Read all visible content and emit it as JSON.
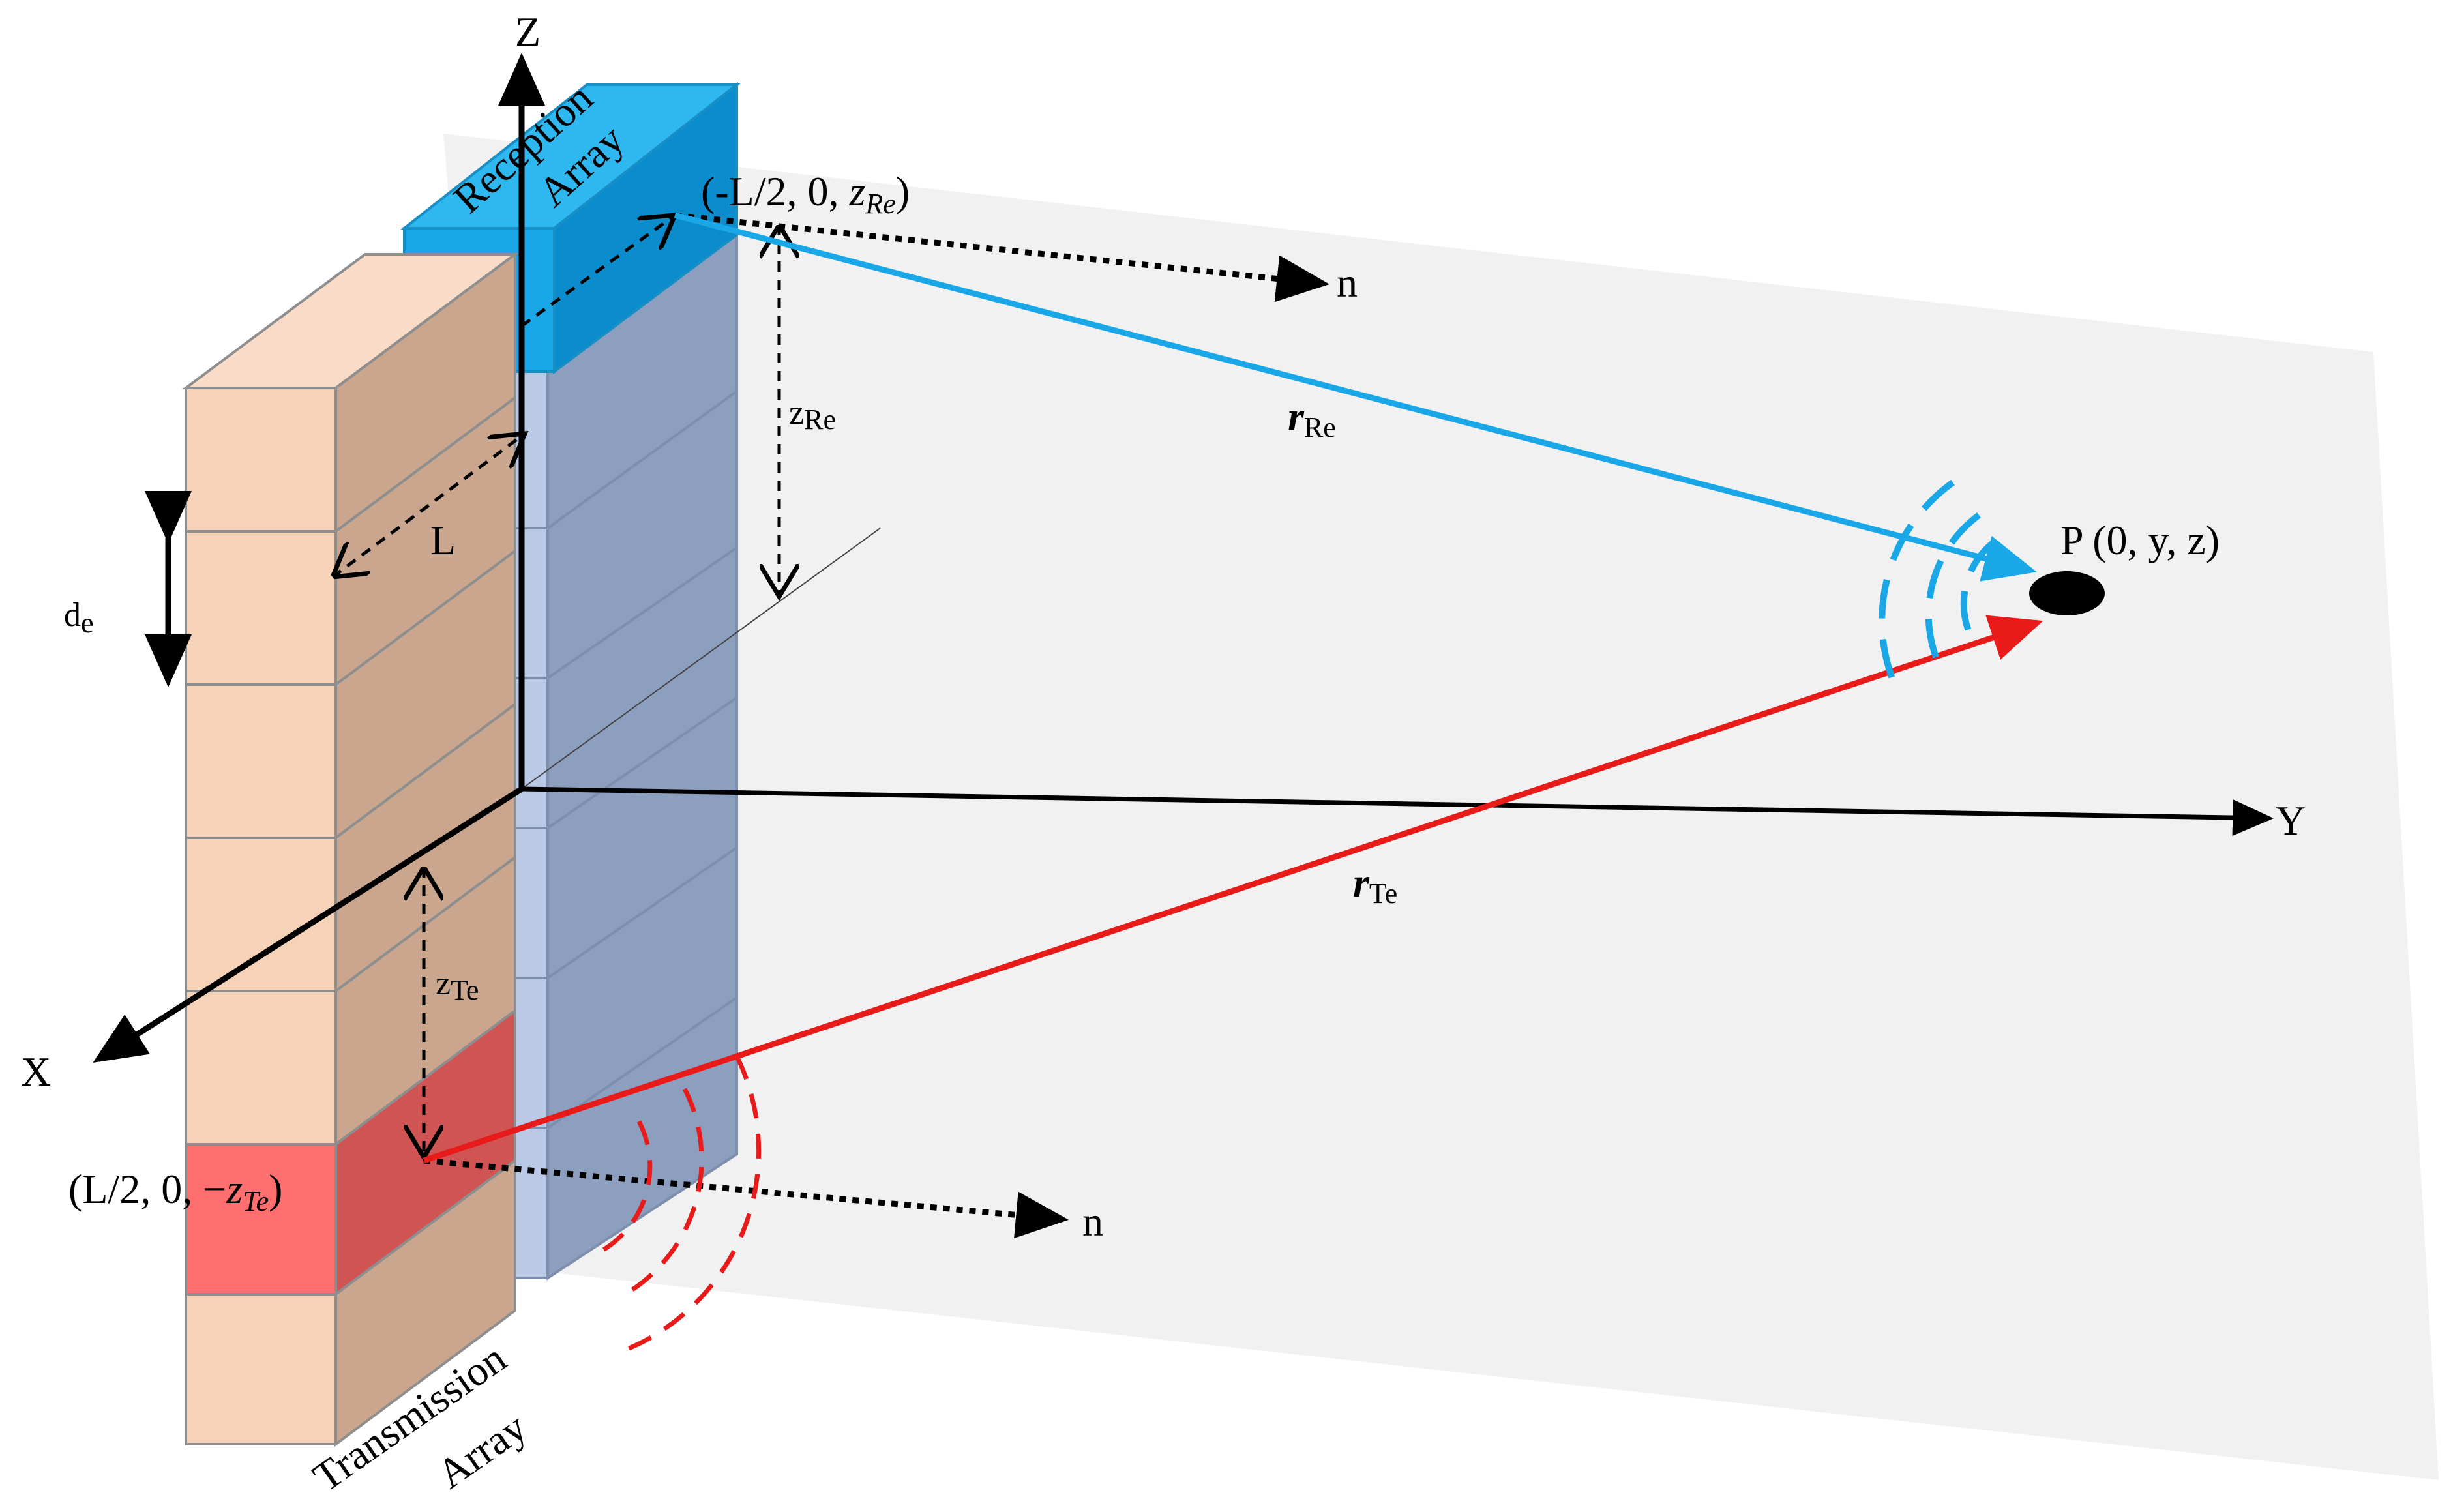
{
  "axes": {
    "x": "X",
    "y": "Y",
    "z": "Z"
  },
  "arrays": {
    "reception": {
      "line1": "Reception",
      "line2": "Array"
    },
    "transmission": {
      "line1": "Transmission",
      "line2": "Array"
    }
  },
  "points": {
    "rx": {
      "pre": "(-L/2, 0, ",
      "var": "z",
      "sub": "Re",
      "post": ")"
    },
    "tx": {
      "pre": "(L/2, 0, −",
      "var": "z",
      "sub": "Te",
      "post": ")"
    },
    "target": "P (0, y, z)"
  },
  "vectors": {
    "rx": {
      "main": "r",
      "sub": "Re"
    },
    "tx": {
      "main": "r",
      "sub": "Te"
    }
  },
  "dimensions": {
    "L": "L",
    "de": {
      "main": "d",
      "sub": "e"
    },
    "zRe": {
      "main": "z",
      "sub": "Re"
    },
    "zTe": {
      "main": "z",
      "sub": "Te"
    }
  },
  "normals": {
    "rx": "n",
    "tx": "n"
  },
  "colors": {
    "reception": "#1aa7e8",
    "transmission": "#e81a1a",
    "tx_element": "#ff6f6f",
    "wall_front": "#f6d2b9",
    "wall_side": "#c9a68d",
    "array_back": "#8d9fbf",
    "array_side": "#b9c9e6",
    "plane": "#f1f1f1"
  }
}
